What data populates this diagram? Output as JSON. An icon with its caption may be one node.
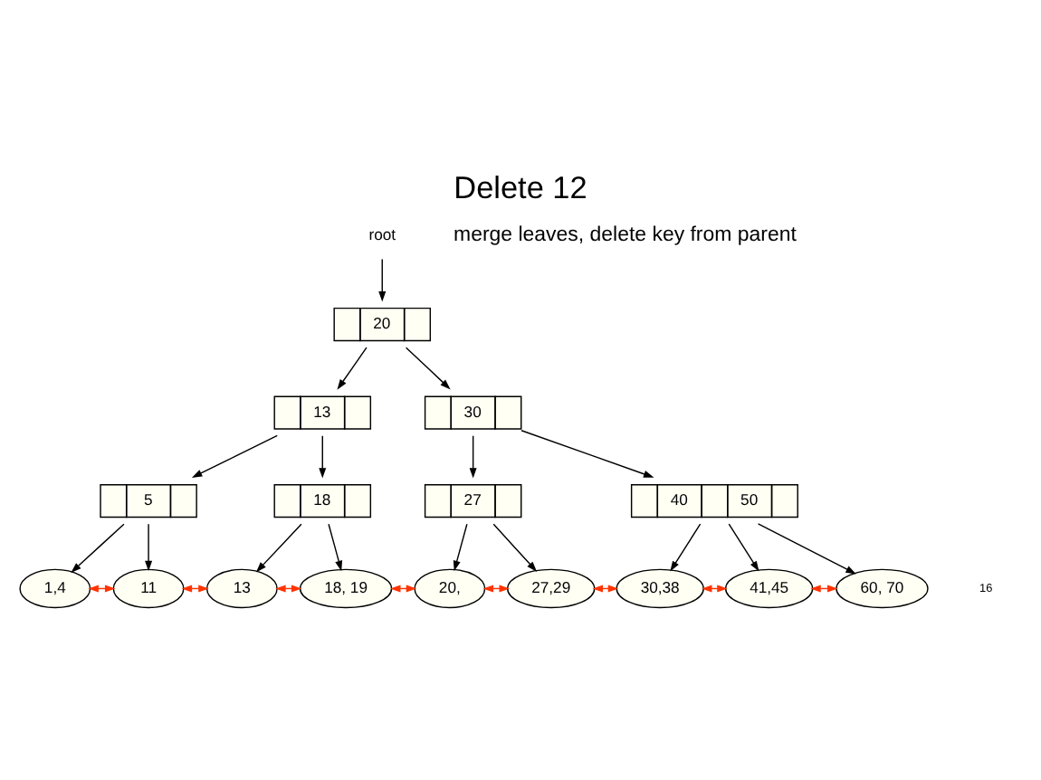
{
  "diagram": {
    "title": "Delete 12",
    "nodes": [
      {
        "text": [
          "root"
        ]
      },
      {
        "text": [
          "20"
        ]
      },
      {
        "text": [
          "13"
        ]
      },
      {
        "text": [
          "30"
        ]
      },
      {
        "text": [
          "5"
        ]
      },
      {
        "text": [
          "18"
        ]
      },
      {
        "text": [
          "27"
        ]
      },
      {
        "text": [
          "40",
          "50"
        ]
      },
      {
        "text": [
          "1,4"
        ]
      },
      {
        "text": [
          "11"
        ]
      },
      {
        "text": [
          "13"
        ]
      },
      {
        "text": [
          "18, 19"
        ]
      },
      {
        "text": [
          "20,"
        ]
      },
      {
        "text": [
          "27,29"
        ]
      },
      {
        "text": [
          "30,38"
        ]
      },
      {
        "text": [
          "41,45"
        ]
      },
      {
        "text": [
          "60, 70"
        ]
      }
    ],
    "edges": [
      {
        "from": 0,
        "to": 1,
        "arrow": "to"
      },
      {
        "from": 1,
        "to": 2,
        "arrow": "to"
      },
      {
        "from": 1,
        "to": 3,
        "arrow": "to"
      },
      {
        "from": 2,
        "to": 4,
        "arrow": "to"
      },
      {
        "from": 2,
        "to": 5,
        "arrow": "to"
      },
      {
        "from": 3,
        "to": 6,
        "arrow": "to"
      },
      {
        "from": 3,
        "to": 7,
        "arrow": "to"
      },
      {
        "from": 4,
        "to": 8,
        "arrow": "to"
      },
      {
        "from": 4,
        "to": 9,
        "arrow": "to"
      },
      {
        "from": 5,
        "to": 10,
        "arrow": "to"
      },
      {
        "from": 5,
        "to": 11,
        "arrow": "to"
      },
      {
        "from": 6,
        "to": 12,
        "arrow": "to"
      },
      {
        "from": 6,
        "to": 13,
        "arrow": "to"
      },
      {
        "from": 7,
        "to": 14,
        "arrow": "to"
      },
      {
        "from": 7,
        "to": 15,
        "arrow": "to"
      },
      {
        "from": 7,
        "to": 16,
        "arrow": "to"
      },
      {
        "from": 8,
        "to": 9,
        "arrow": "both",
        "color": "#ff3300"
      },
      {
        "from": 9,
        "to": 10,
        "arrow": "both",
        "color": "#ff3300"
      },
      {
        "from": 10,
        "to": 11,
        "arrow": "both",
        "color": "#ff3300"
      },
      {
        "from": 11,
        "to": 12,
        "arrow": "both",
        "color": "#ff3300"
      },
      {
        "from": 12,
        "to": 13,
        "arrow": "both",
        "color": "#ff3300"
      },
      {
        "from": 13,
        "to": 14,
        "arrow": "both",
        "color": "#ff3300"
      },
      {
        "from": 14,
        "to": 15,
        "arrow": "both",
        "color": "#ff3300"
      },
      {
        "from": 15,
        "to": 16,
        "arrow": "both",
        "color": "#ff3300"
      }
    ],
    "labels": [
      "merge leaves, delete key from parent",
      "16"
    ]
  }
}
